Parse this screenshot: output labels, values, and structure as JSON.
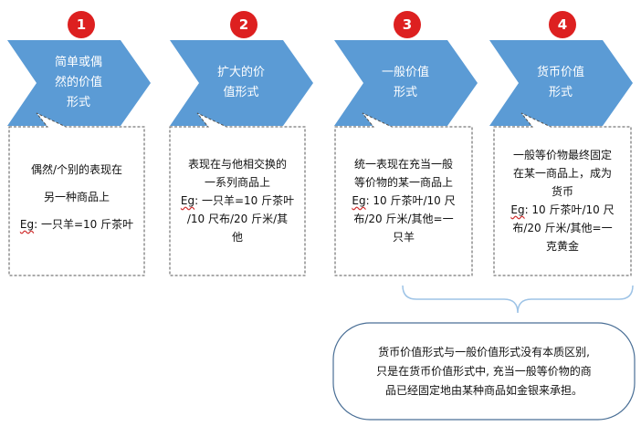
{
  "colors": {
    "arrow": "#5b9bd5",
    "badge": "#dd2020",
    "border": "#555555",
    "bracket": "#9dc3e6"
  },
  "stages": [
    {
      "number": "1",
      "label": [
        "简单或偶",
        "然的价值",
        "形式"
      ]
    },
    {
      "number": "2",
      "label": [
        "扩大的价",
        "值形式"
      ]
    },
    {
      "number": "3",
      "label": [
        "一般价值",
        "形式"
      ]
    },
    {
      "number": "4",
      "label": [
        "货币价值",
        "形式"
      ]
    }
  ],
  "callouts": [
    {
      "line1": "偶然/个别的表现在",
      "line2": "另一种商品上",
      "eg_prefix": "Eg",
      "eg_rest": ": 一只羊=10 斤茶叶"
    },
    {
      "line1": "表现在与他相交换的",
      "line2": "一系列商品上",
      "eg_prefix": "Eg",
      "eg_rest": ": 一只羊=10 斤茶叶",
      "line4": "/10 尺布/20 斤米/其",
      "line5": "他"
    },
    {
      "line1": "统一表现在充当一般",
      "line2": "等价物的某一商品上",
      "eg_prefix": "Eg",
      "eg_rest": ": 10 斤茶叶/10 尺",
      "line4": "布/20 斤米/其他=一",
      "line5": "只羊"
    },
    {
      "line1": "一般等价物最终固定",
      "line2": "在某一商品上，成为",
      "line3": "货币",
      "eg_prefix": "Eg",
      "eg_rest": ": 10 斤茶叶/10 尺",
      "line5": "布/20 斤米/其他=一",
      "line6": "克黄金"
    }
  ],
  "summary": {
    "line1": "货币价值形式与一般价值形式没有本质区别,",
    "line2": "只是在货币价值形式中, 充当一般等价物的商",
    "line3": "品已经固定地由某种商品如金银来承担。"
  }
}
